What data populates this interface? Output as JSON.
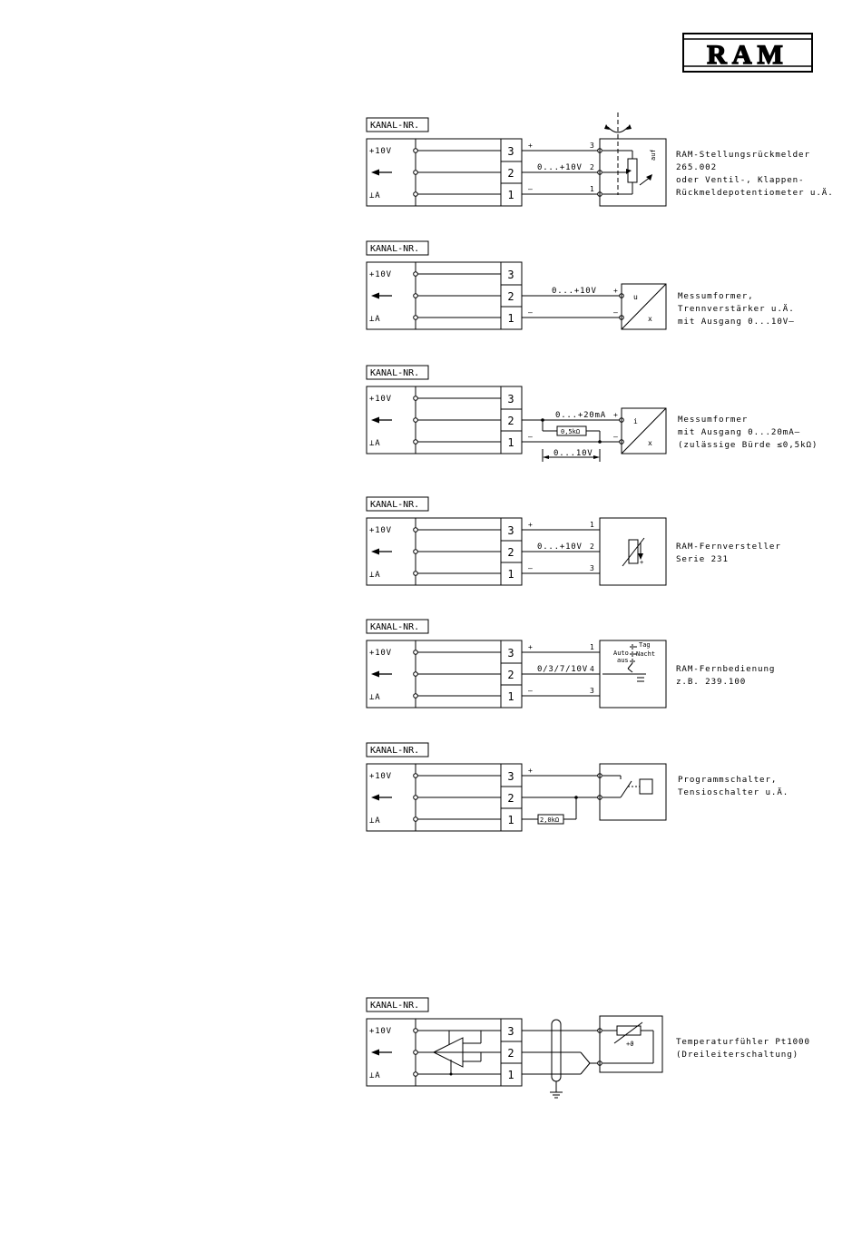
{
  "logo": {
    "text": "RAM"
  },
  "common": {
    "kanal_label": "KANAL-NR.",
    "row_labels": [
      "+10V",
      "",
      "⊥A"
    ],
    "terminals": [
      "3",
      "2",
      "1"
    ]
  },
  "circuits": [
    {
      "wire_labels": {
        "plus": "+",
        "signal": "0...+10V",
        "minus": "–",
        "pin_top": "3",
        "pin_mid": "2",
        "pin_bot": "1"
      },
      "device_text": {
        "auf": "auf"
      },
      "description": [
        "RAM-Stellungsrückmelder",
        "265.002",
        "oder Ventil-, Klappen-",
        "Rückmeldepotentiometer u.Ä."
      ]
    },
    {
      "wire_labels": {
        "signal": "0...+10V",
        "minus": "–",
        "dev_plus": "+",
        "dev_minus": "–"
      },
      "device_text": {
        "in": "u",
        "out": "x"
      },
      "description": [
        "Messumformer,",
        "Trennverstärker u.Ä.",
        "mit Ausgang 0...10V–"
      ]
    },
    {
      "wire_labels": {
        "signal": "0...+20mA",
        "minus": "–",
        "dev_plus": "+",
        "dev_minus": "–",
        "resistor": "0,5kΩ",
        "voltage": "0...10V"
      },
      "device_text": {
        "in": "i",
        "out": "x"
      },
      "description": [
        "Messumformer",
        "mit Ausgang 0...20mA–",
        "(zulässige Bürde ≤0,5kΩ)"
      ]
    },
    {
      "wire_labels": {
        "plus": "+",
        "signal": "0...+10V",
        "minus": "–",
        "pin_top": "1",
        "pin_mid": "2",
        "pin_bot": "3"
      },
      "device_text": {
        "plus": "+"
      },
      "description": [
        "RAM-Fernversteller",
        "Serie 231"
      ]
    },
    {
      "wire_labels": {
        "plus": "+",
        "signal": "0/3/7/10V",
        "minus": "–",
        "pin_top": "1",
        "pin_mid": "4",
        "pin_bot": "3"
      },
      "device_text": {
        "auto": "Auto",
        "aus": "aus",
        "tag": "Tag",
        "nacht": "Nacht"
      },
      "description": [
        "RAM-Fernbedienung",
        "z.B. 239.100"
      ]
    },
    {
      "wire_labels": {
        "plus": "+",
        "resistor": "2,0kΩ"
      },
      "device_text": {},
      "description": [
        "Programmschalter,",
        "Tensioschalter u.Ä."
      ]
    },
    {
      "wire_labels": {},
      "device_text": {
        "theta": "+ϑ"
      },
      "description": [
        "Temperaturfühler Pt1000",
        "(Dreileiterschaltung)"
      ]
    }
  ]
}
